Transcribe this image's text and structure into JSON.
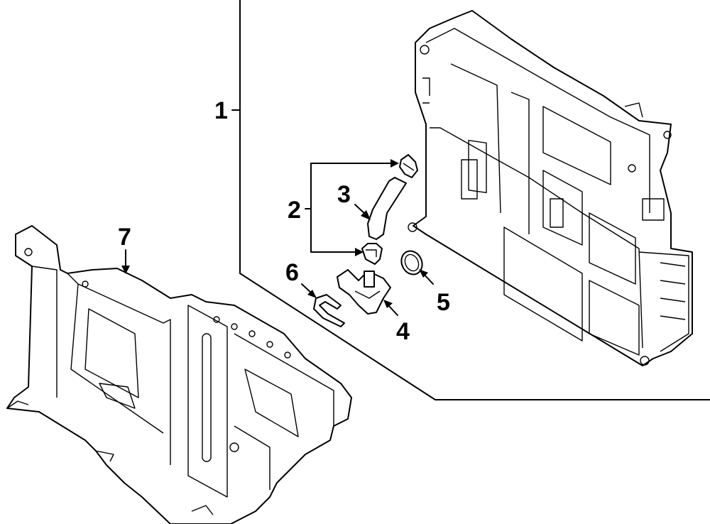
{
  "diagram": {
    "type": "exploded-parts-diagram",
    "callouts": [
      {
        "id": "1",
        "label": "1",
        "part": "assembly-box"
      },
      {
        "id": "2",
        "label": "2",
        "part": "hose-clamps"
      },
      {
        "id": "3",
        "label": "3",
        "part": "hose"
      },
      {
        "id": "4",
        "label": "4",
        "part": "connector"
      },
      {
        "id": "5",
        "label": "5",
        "part": "seal-ring"
      },
      {
        "id": "6",
        "label": "6",
        "part": "retaining-clip"
      },
      {
        "id": "7",
        "label": "7",
        "part": "mounting-bracket"
      }
    ],
    "colors": {
      "line": "#000000",
      "background": "#ffffff"
    }
  }
}
